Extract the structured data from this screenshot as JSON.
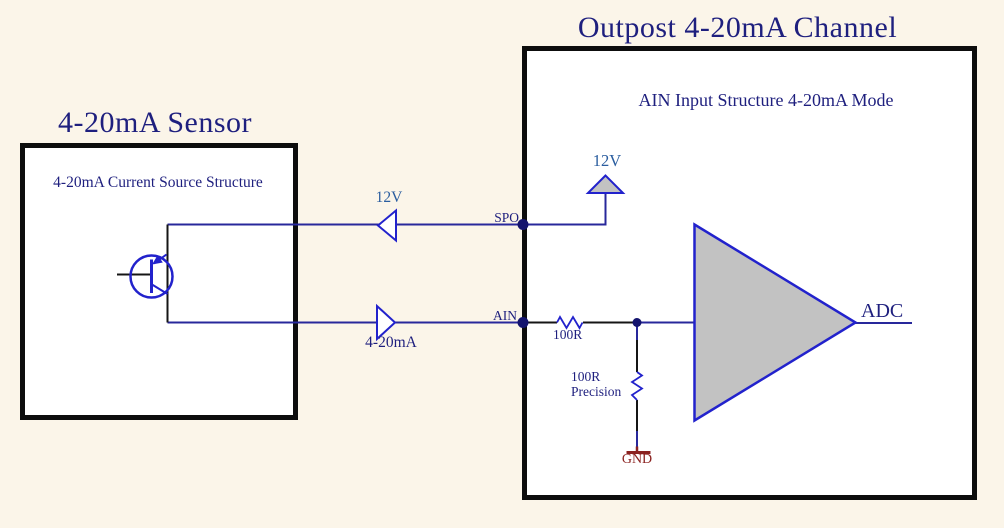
{
  "sensor": {
    "title": "4-20mA Sensor",
    "subtitle": "4-20mA Current Source Structure"
  },
  "channel": {
    "title": "Outpost 4-20mA Channel",
    "subtitle": "AIN Input Structure 4-20mA Mode",
    "supply_label": "12V",
    "pin_spo": "SPO",
    "pin_ain": "AIN",
    "series_resistor_label": "100R",
    "shunt_resistor_label_line1": "100R",
    "shunt_resistor_label_line2": "Precision",
    "ground_label": "GND",
    "adc_label": "ADC"
  },
  "interconnect": {
    "supply_wire_label": "12V",
    "signal_wire_label": "4-20mA"
  },
  "colors": {
    "background": "#fbf5e9",
    "box_fill": "#ffffff",
    "box_border": "#0d0d0d",
    "wire_blue": "#28289b",
    "symbol_blue": "#2222cc",
    "text_navy": "#1e1f7e",
    "supply_label_blue": "#2a5d9f",
    "ground_red": "#8b2220",
    "component_fill_gray": "#c2c2c2",
    "junction_dot": "#14146e"
  }
}
